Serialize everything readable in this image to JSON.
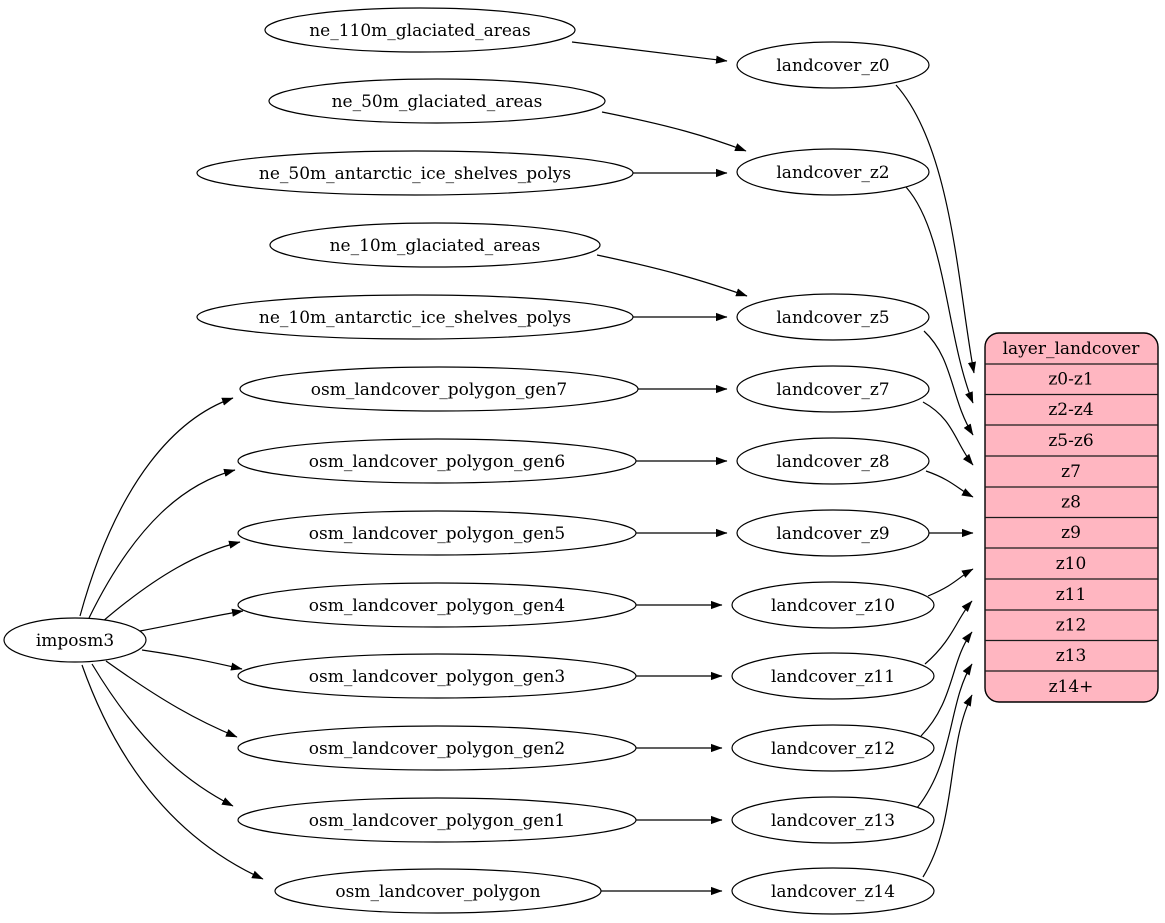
{
  "nodes": {
    "importer": "imposm3",
    "ne_sources": [
      "ne_110m_glaciated_areas",
      "ne_50m_glaciated_areas",
      "ne_50m_antarctic_ice_shelves_polys",
      "ne_10m_glaciated_areas",
      "ne_10m_antarctic_ice_shelves_polys"
    ],
    "osm_sources": [
      "osm_landcover_polygon_gen7",
      "osm_landcover_polygon_gen6",
      "osm_landcover_polygon_gen5",
      "osm_landcover_polygon_gen4",
      "osm_landcover_polygon_gen3",
      "osm_landcover_polygon_gen2",
      "osm_landcover_polygon_gen1",
      "osm_landcover_polygon"
    ],
    "generalized": [
      "landcover_z0",
      "landcover_z2",
      "landcover_z5",
      "landcover_z7",
      "landcover_z8",
      "landcover_z9",
      "landcover_z10",
      "landcover_z11",
      "landcover_z12",
      "landcover_z13",
      "landcover_z14"
    ]
  },
  "table": {
    "header": "layer_landcover",
    "rows": [
      "z0-z1",
      "z2-z4",
      "z5-z6",
      "z7",
      "z8",
      "z9",
      "z10",
      "z11",
      "z12",
      "z13",
      "z14+"
    ]
  },
  "edges": [
    {
      "from": "ne_110m_glaciated_areas",
      "to": "landcover_z0"
    },
    {
      "from": "ne_50m_glaciated_areas",
      "to": "landcover_z2"
    },
    {
      "from": "ne_50m_antarctic_ice_shelves_polys",
      "to": "landcover_z2"
    },
    {
      "from": "ne_10m_glaciated_areas",
      "to": "landcover_z5"
    },
    {
      "from": "ne_10m_antarctic_ice_shelves_polys",
      "to": "landcover_z5"
    },
    {
      "from": "osm_landcover_polygon_gen7",
      "to": "landcover_z7"
    },
    {
      "from": "osm_landcover_polygon_gen6",
      "to": "landcover_z8"
    },
    {
      "from": "osm_landcover_polygon_gen5",
      "to": "landcover_z9"
    },
    {
      "from": "osm_landcover_polygon_gen4",
      "to": "landcover_z10"
    },
    {
      "from": "osm_landcover_polygon_gen3",
      "to": "landcover_z11"
    },
    {
      "from": "osm_landcover_polygon_gen2",
      "to": "landcover_z12"
    },
    {
      "from": "osm_landcover_polygon_gen1",
      "to": "landcover_z13"
    },
    {
      "from": "osm_landcover_polygon",
      "to": "landcover_z14"
    },
    {
      "from": "imposm3",
      "to": "osm_landcover_polygon_gen7"
    },
    {
      "from": "imposm3",
      "to": "osm_landcover_polygon_gen6"
    },
    {
      "from": "imposm3",
      "to": "osm_landcover_polygon_gen5"
    },
    {
      "from": "imposm3",
      "to": "osm_landcover_polygon_gen4"
    },
    {
      "from": "imposm3",
      "to": "osm_landcover_polygon_gen3"
    },
    {
      "from": "imposm3",
      "to": "osm_landcover_polygon_gen2"
    },
    {
      "from": "imposm3",
      "to": "osm_landcover_polygon_gen1"
    },
    {
      "from": "imposm3",
      "to": "osm_landcover_polygon"
    },
    {
      "from": "landcover_z0",
      "to": "layer_landcover:z0-z1"
    },
    {
      "from": "landcover_z2",
      "to": "layer_landcover:z2-z4"
    },
    {
      "from": "landcover_z5",
      "to": "layer_landcover:z5-z6"
    },
    {
      "from": "landcover_z7",
      "to": "layer_landcover:z7"
    },
    {
      "from": "landcover_z8",
      "to": "layer_landcover:z8"
    },
    {
      "from": "landcover_z9",
      "to": "layer_landcover:z9"
    },
    {
      "from": "landcover_z10",
      "to": "layer_landcover:z10"
    },
    {
      "from": "landcover_z11",
      "to": "layer_landcover:z11"
    },
    {
      "from": "landcover_z12",
      "to": "layer_landcover:z12"
    },
    {
      "from": "landcover_z13",
      "to": "layer_landcover:z13"
    },
    {
      "from": "landcover_z14",
      "to": "layer_landcover:z14+"
    }
  ],
  "colors": {
    "table_fill": "#ffb6c1",
    "node_fill": "#ffffff",
    "stroke": "#000000",
    "background": "#ffffff"
  }
}
